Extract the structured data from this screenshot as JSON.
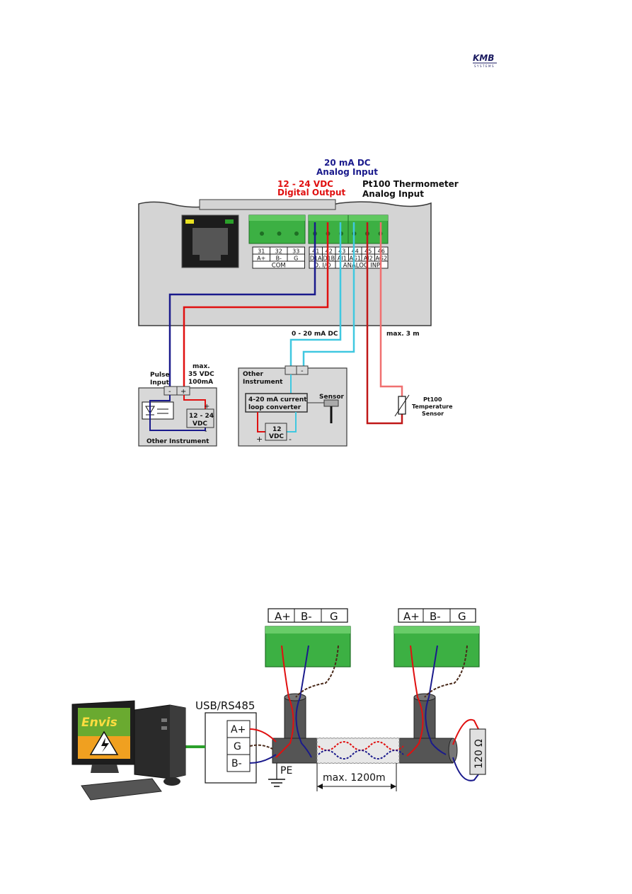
{
  "header": {
    "logo_text": "KMB",
    "logo_sub": "SYSTEMS"
  },
  "diagram1": {
    "label_20ma_line1": "20 mA DC",
    "label_20ma_line2": "Analog Input",
    "label_vdc_line1": "12 - 24 VDC",
    "label_vdc_line2": "Digital Output",
    "label_pt100_line1": "Pt100 Thermometer",
    "label_pt100_line2": "Analog Input",
    "com_terminals": [
      "31",
      "32",
      "33"
    ],
    "com_signals": [
      "A+",
      "B-",
      "G"
    ],
    "com_group": "COM",
    "io_terminals": [
      "41",
      "42",
      "43",
      "44",
      "45",
      "46"
    ],
    "io_signals": [
      "D1A",
      "D1B",
      "AI1",
      "AG1",
      "AI2",
      "AG2"
    ],
    "io_group_1": "D. I/O",
    "io_group_2": "ANALOG INP",
    "label_0_20ma": "0 - 20 mA DC",
    "label_max3m": "max. 3 m",
    "pulse_label_1": "Pulse",
    "pulse_label_2": "Input",
    "max_label_1": "max.",
    "max_label_2": "35 VDC",
    "max_label_3": "100mA",
    "plus": "+",
    "minus": "-",
    "supply_1": "12 - 24",
    "supply_2": "VDC",
    "other_instrument_bottom": "Other Instrument",
    "other2_line1": "Other",
    "other2_line2": "Instrument",
    "converter_1": "4-20 mA current",
    "converter_2": "loop converter",
    "sensor": "Sensor",
    "supply12_1": "12",
    "supply12_2": "VDC",
    "pt100_1": "Pt100",
    "pt100_2": "Temperature",
    "pt100_3": "Sensor"
  },
  "diagram2": {
    "block1_labels": [
      "A+",
      "B-",
      "G"
    ],
    "block2_labels": [
      "A+",
      "B-",
      "G"
    ],
    "usb_title": "USB/RS485",
    "usb_pins": [
      "A+",
      "G",
      "B-"
    ],
    "pe": "PE",
    "distance": "max. 1200m",
    "resistor": "120 Ω",
    "monitor_brand": "Envis"
  },
  "colors": {
    "blue_wire": "#1a1a8c",
    "red_wire": "#e01010",
    "cyan_wire": "#40c8e0",
    "pink_wire": "#f07070",
    "terminal_green": "#3cb043",
    "panel_gray": "#d4d4d4"
  }
}
